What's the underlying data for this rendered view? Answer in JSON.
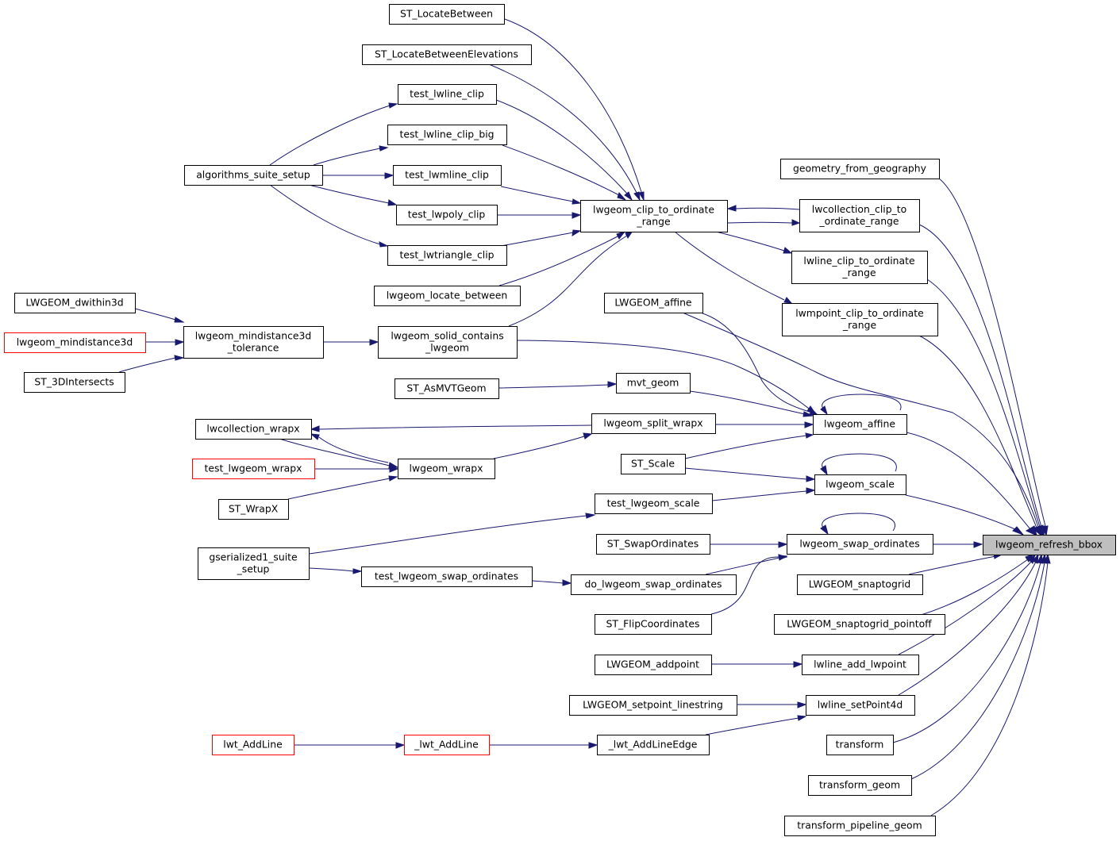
{
  "graph": {
    "edge_color": "#191970",
    "focus_fill": "#bfbfbf",
    "highlight_border": "#ff0000",
    "nodes": [
      {
        "id": "n_refresh",
        "lines": [
          "lwgeom_refresh_bbox"
        ],
        "style": "focus"
      },
      {
        "id": "n_geogr",
        "lines": [
          "geometry_from_geography"
        ]
      },
      {
        "id": "n_lwcol_clip",
        "lines": [
          "lwcollection_clip_to",
          "_ordinate_range"
        ]
      },
      {
        "id": "n_lwline_clip",
        "lines": [
          "lwline_clip_to_ordinate",
          "_range"
        ]
      },
      {
        "id": "n_lwmpoint_clip",
        "lines": [
          "lwmpoint_clip_to_ordinate",
          "_range"
        ]
      },
      {
        "id": "n_affine",
        "lines": [
          "lwgeom_affine"
        ]
      },
      {
        "id": "n_scale",
        "lines": [
          "lwgeom_scale"
        ]
      },
      {
        "id": "n_swap",
        "lines": [
          "lwgeom_swap_ordinates"
        ]
      },
      {
        "id": "n_snap",
        "lines": [
          "LWGEOM_snaptogrid"
        ]
      },
      {
        "id": "n_snap_po",
        "lines": [
          "LWGEOM_snaptogrid_pointoff"
        ]
      },
      {
        "id": "n_add_lwpoint",
        "lines": [
          "lwline_add_lwpoint"
        ]
      },
      {
        "id": "n_setpoint4d",
        "lines": [
          "lwline_setPoint4d"
        ]
      },
      {
        "id": "n_transform",
        "lines": [
          "transform"
        ]
      },
      {
        "id": "n_transform_geom",
        "lines": [
          "transform_geom"
        ]
      },
      {
        "id": "n_transform_pipe",
        "lines": [
          "transform_pipeline_geom"
        ]
      },
      {
        "id": "n_clip_ord",
        "lines": [
          "lwgeom_clip_to_ordinate",
          "_range"
        ]
      },
      {
        "id": "n_st_locbetween",
        "lines": [
          "ST_LocateBetween"
        ]
      },
      {
        "id": "n_st_locbetweenelev",
        "lines": [
          "ST_LocateBetweenElevations"
        ]
      },
      {
        "id": "n_t_lwline_clip",
        "lines": [
          "test_lwline_clip"
        ]
      },
      {
        "id": "n_t_lwline_clip_big",
        "lines": [
          "test_lwline_clip_big"
        ]
      },
      {
        "id": "n_t_lwmline_clip",
        "lines": [
          "test_lwmline_clip"
        ]
      },
      {
        "id": "n_t_lwpoly_clip",
        "lines": [
          "test_lwpoly_clip"
        ]
      },
      {
        "id": "n_t_lwtriangle_clip",
        "lines": [
          "test_lwtriangle_clip"
        ]
      },
      {
        "id": "n_locate_between",
        "lines": [
          "lwgeom_locate_between"
        ]
      },
      {
        "id": "n_solid_contains",
        "lines": [
          "lwgeom_solid_contains",
          "_lwgeom"
        ]
      },
      {
        "id": "n_algo_setup",
        "lines": [
          "algorithms_suite_setup"
        ]
      },
      {
        "id": "n_mindist3d",
        "lines": [
          "lwgeom_mindistance3d",
          "_tolerance"
        ]
      },
      {
        "id": "n_dwithin3d",
        "lines": [
          "LWGEOM_dwithin3d"
        ]
      },
      {
        "id": "n_mindist3d_red",
        "lines": [
          "lwgeom_mindistance3d"
        ],
        "style": "red"
      },
      {
        "id": "n_st_3dintersects",
        "lines": [
          "ST_3DIntersects"
        ]
      },
      {
        "id": "n_lwgeom_affine_sql",
        "lines": [
          "LWGEOM_affine"
        ]
      },
      {
        "id": "n_mvt_geom",
        "lines": [
          "mvt_geom"
        ]
      },
      {
        "id": "n_st_asmvtgeom",
        "lines": [
          "ST_AsMVTGeom"
        ]
      },
      {
        "id": "n_split_wrapx",
        "lines": [
          "lwgeom_split_wrapx"
        ]
      },
      {
        "id": "n_lwcol_wrapx",
        "lines": [
          "lwcollection_wrapx"
        ]
      },
      {
        "id": "n_lwgeom_wrapx",
        "lines": [
          "lwgeom_wrapx"
        ]
      },
      {
        "id": "n_t_lwgeom_wrapx",
        "lines": [
          "test_lwgeom_wrapx"
        ],
        "style": "red"
      },
      {
        "id": "n_st_wrapx",
        "lines": [
          "ST_WrapX"
        ]
      },
      {
        "id": "n_st_scale",
        "lines": [
          "ST_Scale"
        ]
      },
      {
        "id": "n_t_lwgeom_scale",
        "lines": [
          "test_lwgeom_scale"
        ]
      },
      {
        "id": "n_gser_setup",
        "lines": [
          "gserialized1_suite",
          "_setup"
        ]
      },
      {
        "id": "n_st_swapord",
        "lines": [
          "ST_SwapOrdinates"
        ]
      },
      {
        "id": "n_t_swap",
        "lines": [
          "test_lwgeom_swap_ordinates"
        ]
      },
      {
        "id": "n_do_swap",
        "lines": [
          "do_lwgeom_swap_ordinates"
        ]
      },
      {
        "id": "n_st_flip",
        "lines": [
          "ST_FlipCoordinates"
        ]
      },
      {
        "id": "n_lwgeom_addpoint",
        "lines": [
          "LWGEOM_addpoint"
        ]
      },
      {
        "id": "n_lwgeom_setpoint_ls",
        "lines": [
          "LWGEOM_setpoint_linestring"
        ]
      },
      {
        "id": "n_lwt_addline_edge",
        "lines": [
          "_lwt_AddLineEdge"
        ]
      },
      {
        "id": "n_lwt_addline_u",
        "lines": [
          "_lwt_AddLine"
        ],
        "style": "red"
      },
      {
        "id": "n_lwt_addline",
        "lines": [
          "lwt_AddLine"
        ],
        "style": "red"
      }
    ]
  }
}
